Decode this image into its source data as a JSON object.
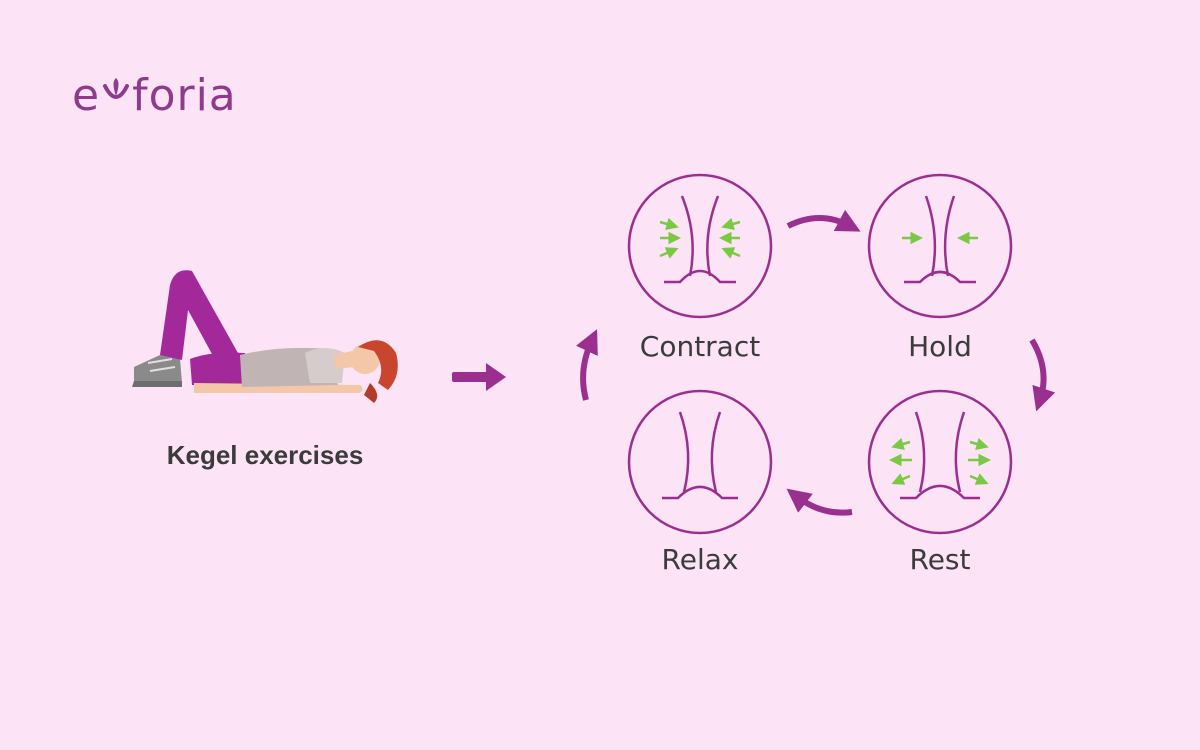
{
  "brand": {
    "name_start": "e",
    "name_end": "foria"
  },
  "left": {
    "caption": "Kegel exercises"
  },
  "cycle": {
    "steps": [
      {
        "label": "Contract",
        "arrows": "inward"
      },
      {
        "label": "Hold",
        "arrows": "inward-single"
      },
      {
        "label": "Rest",
        "arrows": "outward"
      },
      {
        "label": "Relax",
        "arrows": "none"
      }
    ]
  },
  "colors": {
    "background": "#fce4f6",
    "accent": "#9b2f8f",
    "arrow_green": "#7ac943",
    "text": "#3b3b3b"
  }
}
